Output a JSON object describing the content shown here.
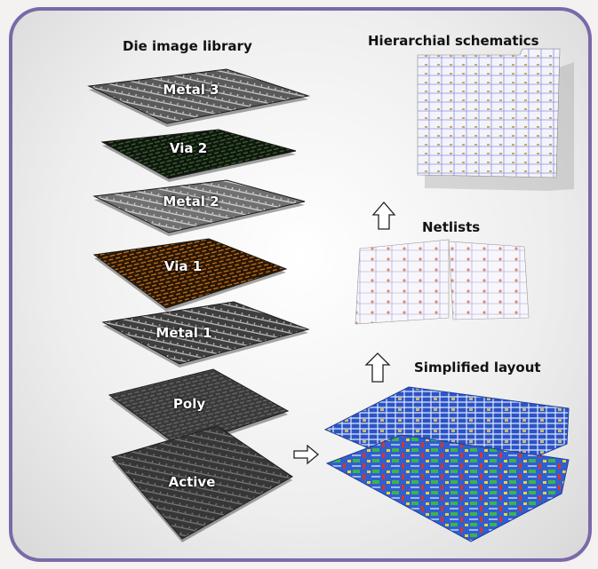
{
  "library_title": "Die image library",
  "schematics_title": "Hierarchial schematics",
  "netlists_title": "Netlists",
  "layout_title": "Simplified layout",
  "die_layers": [
    {
      "label": "Metal 3",
      "base": "#5a5a5a",
      "stripe": "#cfcfcf"
    },
    {
      "label": "Via 2",
      "base": "#101610",
      "stripe": "#3b6b2a"
    },
    {
      "label": "Metal 2",
      "base": "#707070",
      "stripe": "#d8d8d8"
    },
    {
      "label": "Via 1",
      "base": "#2a1606",
      "stripe": "#c8781a"
    },
    {
      "label": "Metal 1",
      "base": "#3e3e3e",
      "stripe": "#c4c4c4"
    },
    {
      "label": "Poly",
      "base": "#3a3a3a",
      "stripe": "#6a6a6a"
    },
    {
      "label": "Active",
      "base": "#363636",
      "stripe": "#7a7a7a"
    }
  ],
  "colors": {
    "frame": "#7a6aa8",
    "layout_blue": "#2f5fd0",
    "layout_green": "#3fb34a",
    "layout_red": "#d8352a"
  }
}
